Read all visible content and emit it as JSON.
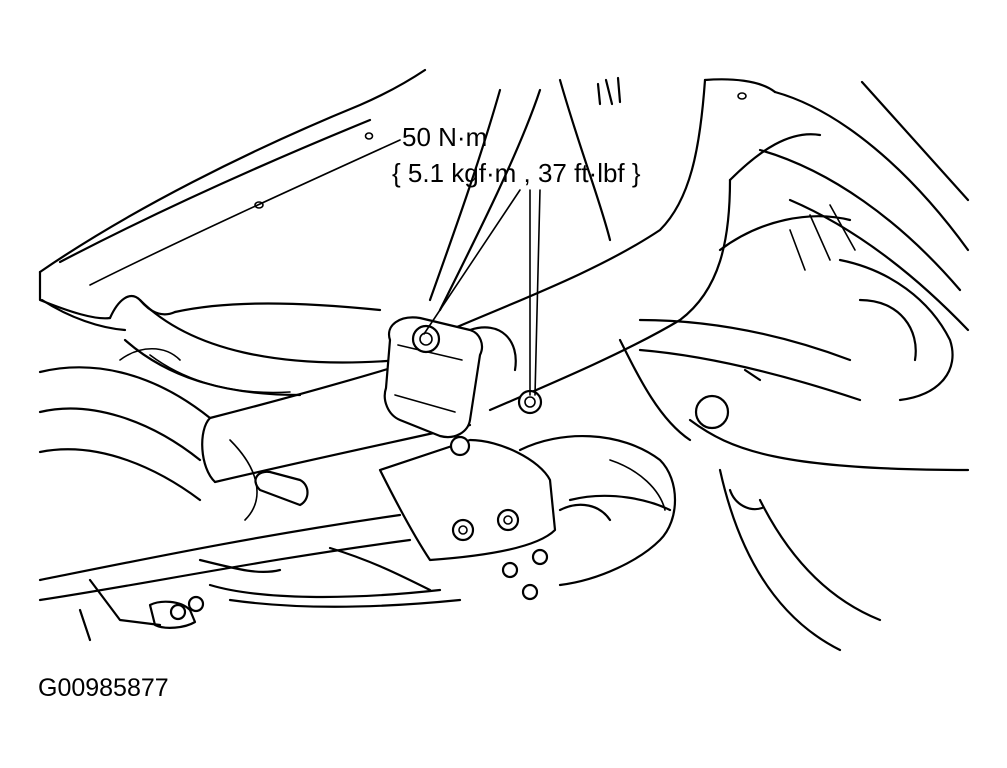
{
  "annotation": {
    "torque_value": "50 N·m",
    "torque_conversion": "{ 5.1 kgf·m , 37 ft·lbf }"
  },
  "figure": {
    "code": "G00985877"
  }
}
